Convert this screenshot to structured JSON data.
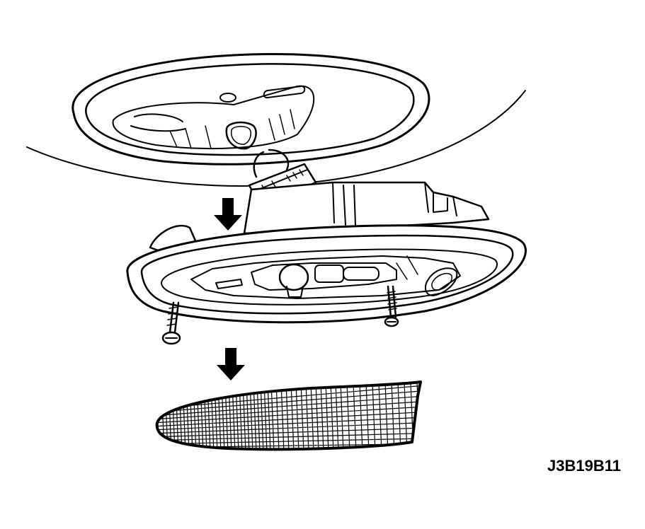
{
  "figure": {
    "id_label": "J3B19B11"
  },
  "illustration": {
    "parts": [
      "headliner-opening",
      "dome-lamp-housing",
      "lamp-bulb",
      "wire-connector",
      "mounting-screw",
      "lamp-lens",
      "direction-arrow"
    ],
    "colors": {
      "line": "#000000",
      "background": "#ffffff"
    }
  }
}
